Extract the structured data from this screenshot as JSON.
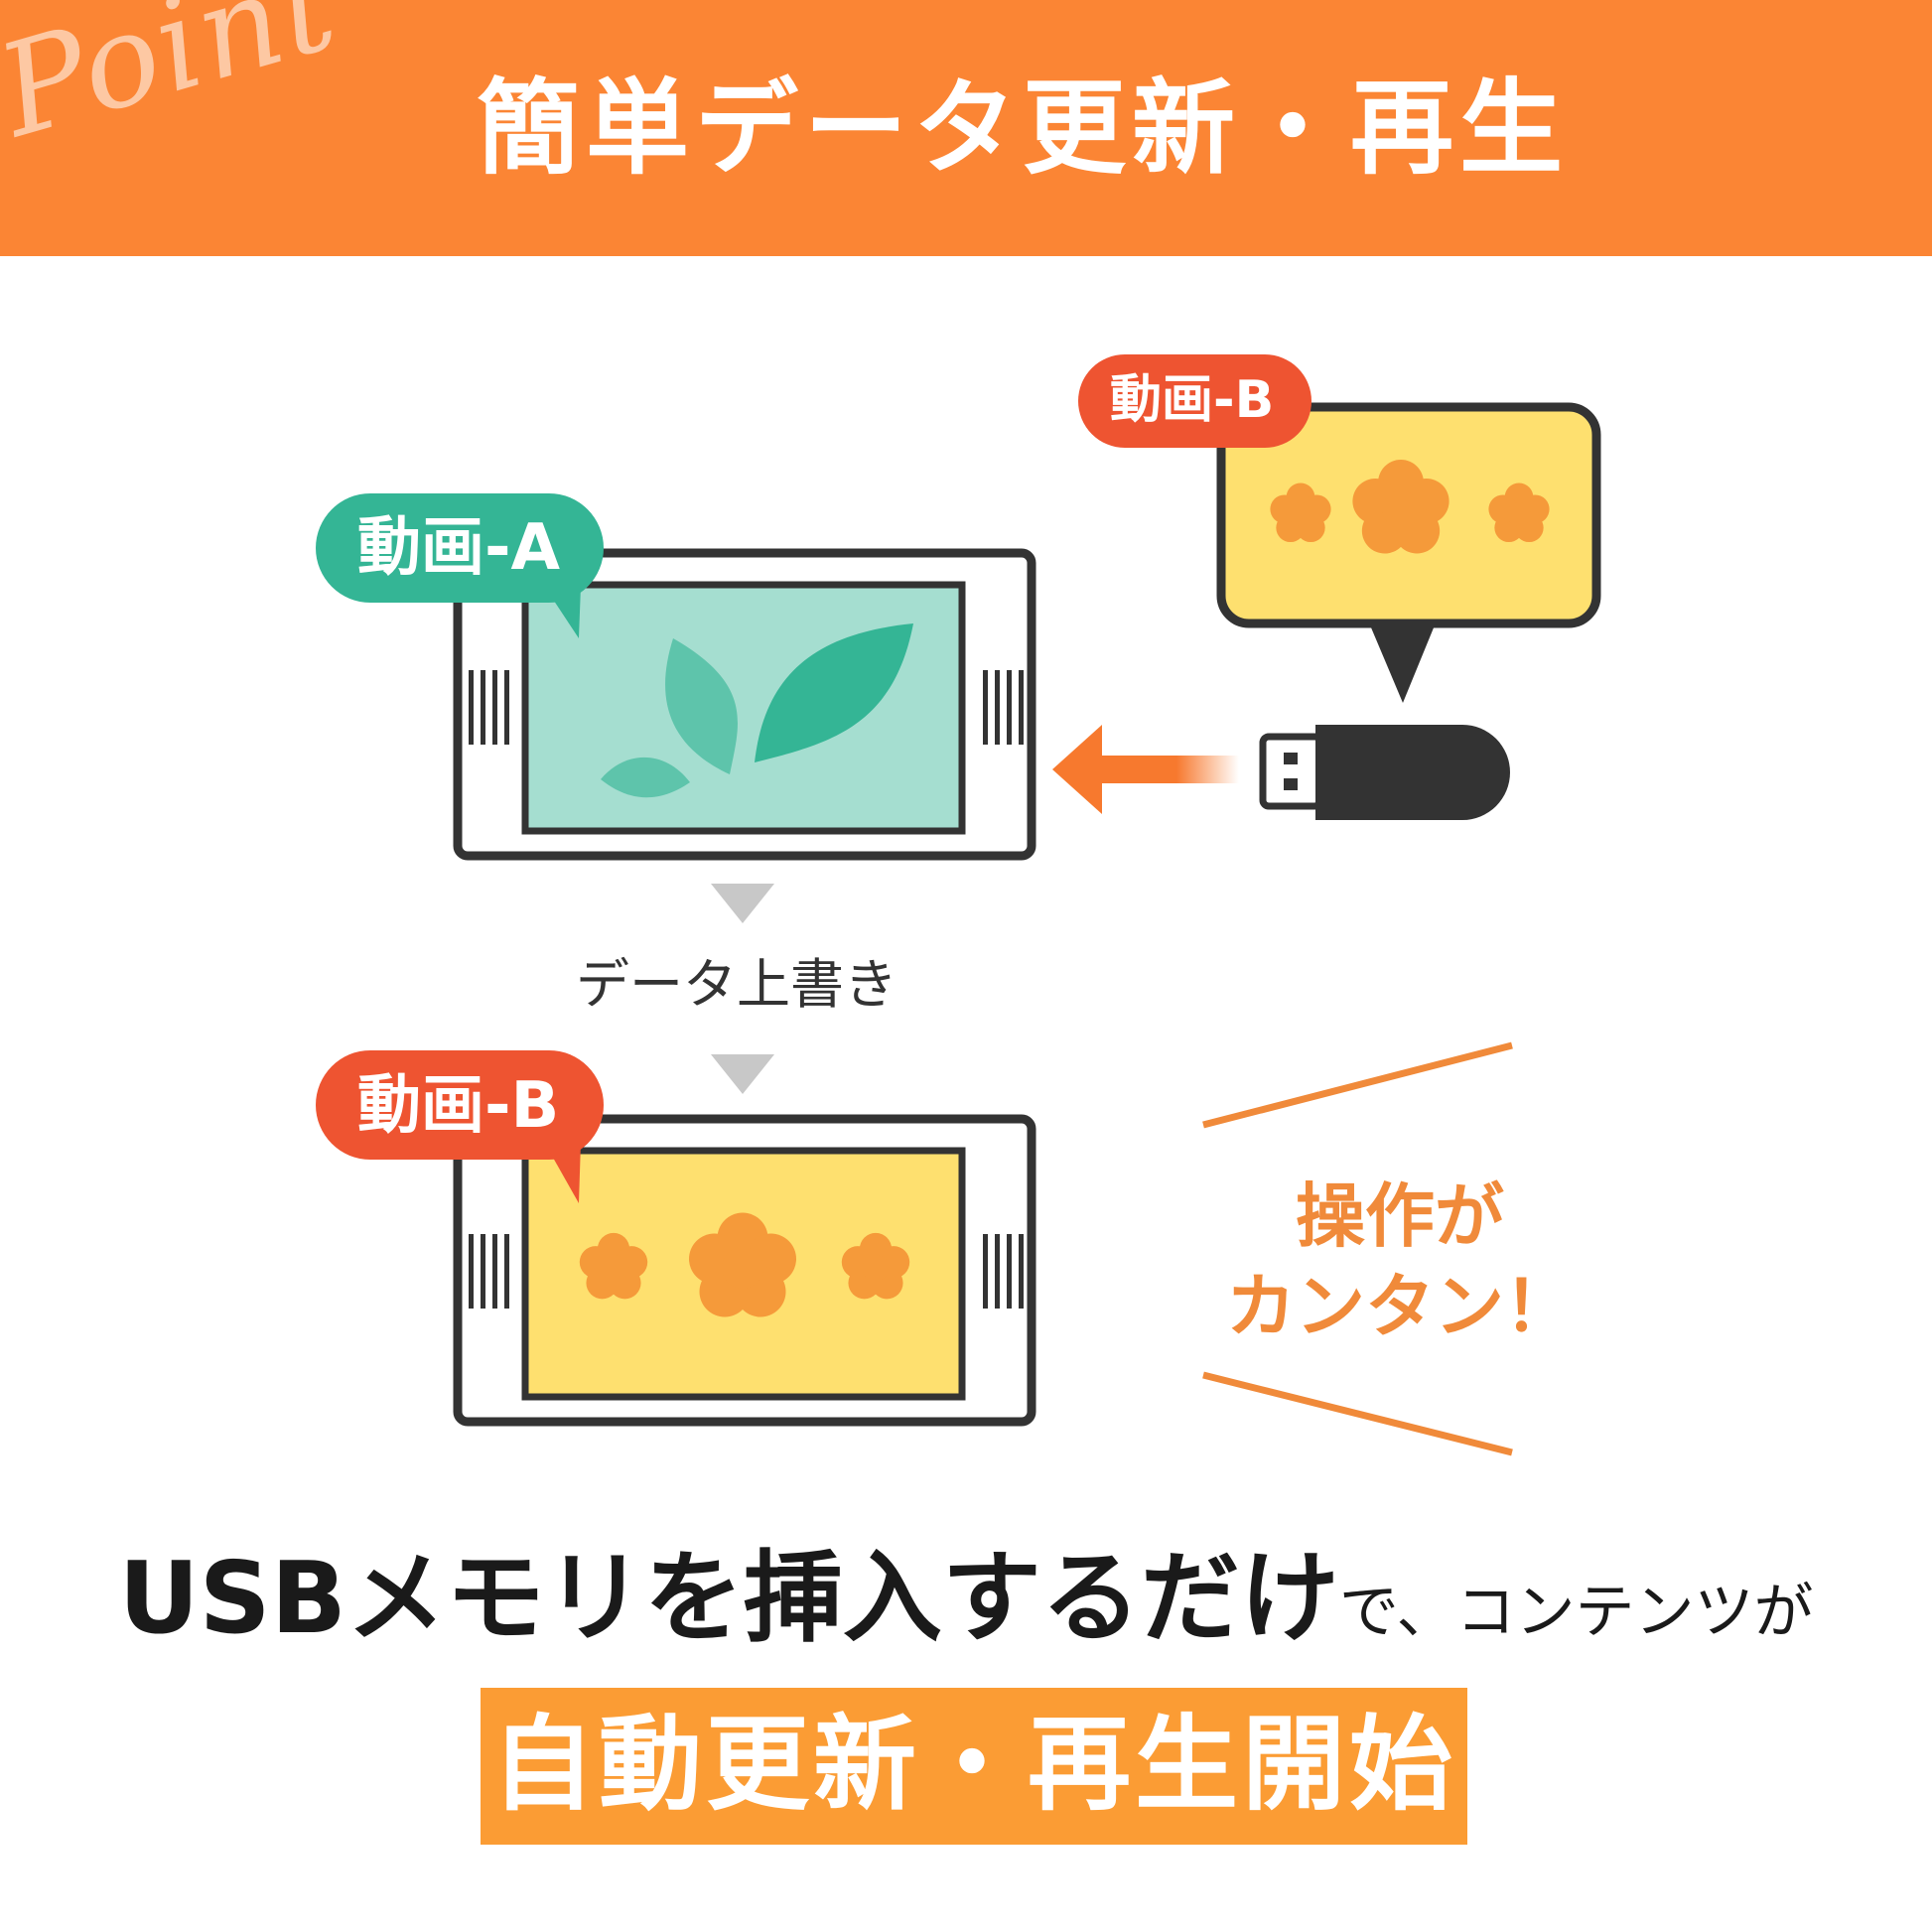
{
  "header": {
    "point_word": "Point",
    "title": "簡単データ更新・再生"
  },
  "badges": {
    "video_a_top": "動画-A",
    "video_b_source": "動画-B",
    "video_b_bottom": "動画-B"
  },
  "overwrite_label": "データ上書き",
  "easy_note": {
    "line1": "操作が",
    "line2": "カンタン！"
  },
  "bottom": {
    "lead": "USBメモリを挿入するだけ",
    "tail": "で、コンテンツが",
    "highlight": "自動更新・再生開始"
  },
  "icons": {
    "usb_drive": "usb-drive-icon",
    "arrow": "arrow-left-icon",
    "down_triangle": "triangle-down-icon",
    "leaf": "leaf-icon",
    "flower": "flower-icon"
  },
  "colors": {
    "header": "#fb8534",
    "badge_a": "#34b595",
    "badge_b": "#ee5431",
    "screen_a": "#a5ded0",
    "screen_b": "#fee06f",
    "highlight": "#fb9c34",
    "flower": "#f59a3a"
  }
}
